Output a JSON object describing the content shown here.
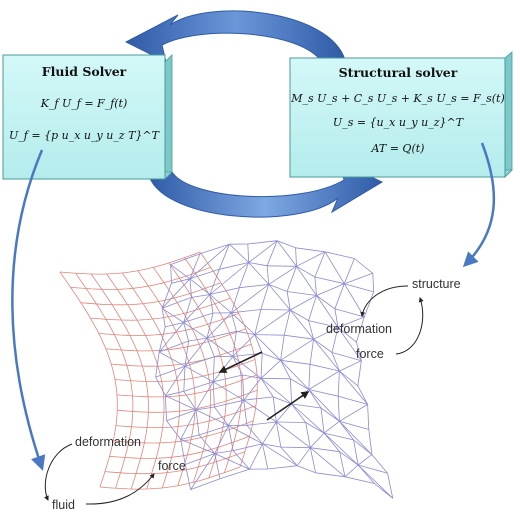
{
  "fluid_solver": {
    "title": "Fluid Solver",
    "eq1": "K_f U_f = F_f(t)",
    "eq2": "U_f = {p  u_x  u_y  u_z  T}^T"
  },
  "structural_solver": {
    "title": "Structural solver",
    "eq1": "M_s U_s + C_s U_s + K_s U_s = F_s(t)",
    "eq2": "U_s = {u_x  u_y  u_z}^T",
    "eq3": "AT = Q(t)"
  },
  "labels": {
    "structure": "structure",
    "deformation_right": "deformation",
    "force_right": "force",
    "deformation_left": "deformation",
    "force_left": "force",
    "fluid": "fluid"
  },
  "colors": {
    "box_fill": "#bff2f2",
    "box_side": "#6fc4c4",
    "cycle_arrow": "#4a78c2",
    "fluid_mesh": "#e2867a",
    "structure_mesh": "#8a8cd4",
    "connector": "#4a78c2"
  }
}
